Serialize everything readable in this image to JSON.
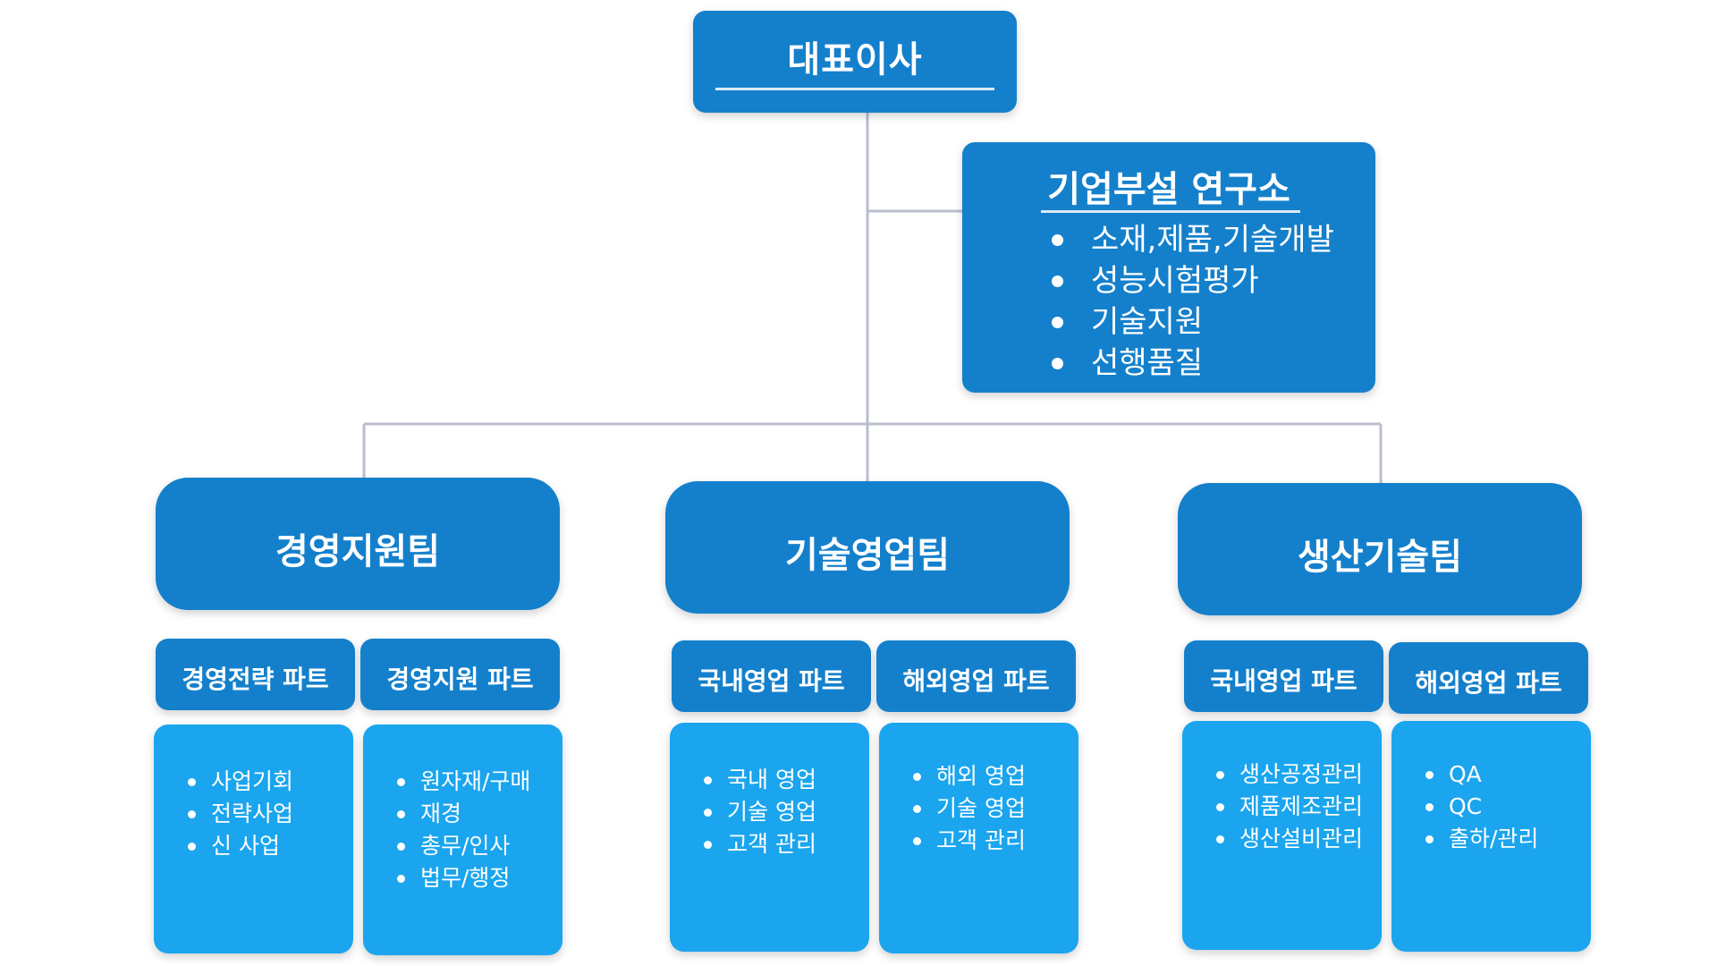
{
  "ceo": {
    "title": "대표이사"
  },
  "lab": {
    "title": "기업부설 연구소",
    "items": [
      "소재,제품,기술개발",
      "성능시험평가",
      "기술지원",
      "선행품질"
    ]
  },
  "teams": [
    {
      "name": "경영지원팀",
      "parts": [
        {
          "name": "경영전략 파트",
          "items": [
            "사업기회",
            "전략사업",
            "신 사업"
          ]
        },
        {
          "name": "경영지원 파트",
          "items": [
            "원자재/구매",
            "재경",
            "총무/인사",
            "법무/행정"
          ]
        }
      ]
    },
    {
      "name": "기술영업팀",
      "parts": [
        {
          "name": "국내영업 파트",
          "items": [
            "국내 영업",
            "기술 영업",
            "고객 관리"
          ]
        },
        {
          "name": "해외영업 파트",
          "items": [
            "해외 영업",
            "기술 영업",
            "고객 관리"
          ]
        }
      ]
    },
    {
      "name": "생산기술팀",
      "parts": [
        {
          "name": "국내영업 파트",
          "items": [
            "생산공정관리",
            "제품제조관리",
            "생산설비관리"
          ]
        },
        {
          "name": "해외영업 파트",
          "items": [
            "QA",
            "QC",
            "출하/관리"
          ]
        }
      ]
    }
  ],
  "colors": {
    "dark_box": "#1480cc",
    "light_box": "#1aa5ee",
    "connector": "#b8bfcc",
    "text": "#ffffff"
  }
}
